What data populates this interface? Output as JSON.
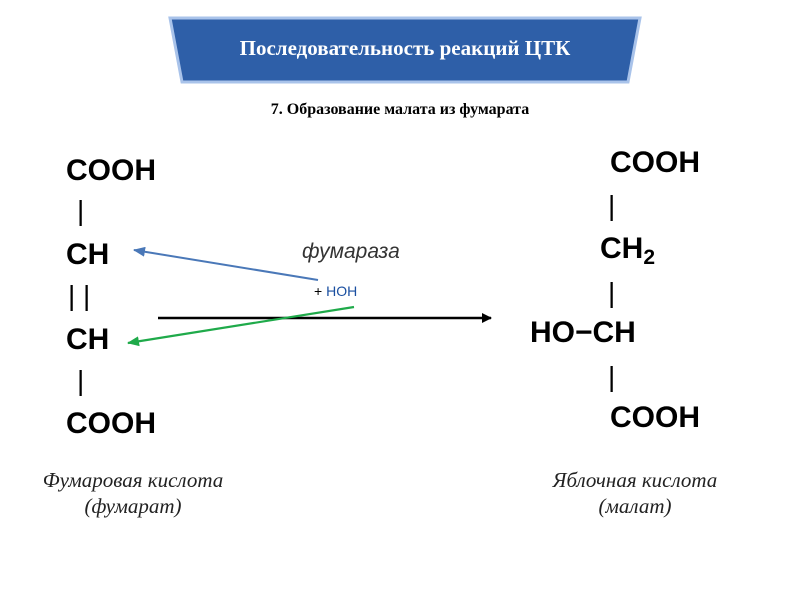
{
  "banner": {
    "title": "Последовательность реакций ЦТК"
  },
  "subtitle": "7. Образование малата из фумарата",
  "fumarate": {
    "top": "COOH",
    "bond1": "|",
    "ch1": "CH",
    "double_bond": "| |",
    "ch2": "CH",
    "bond2": "|",
    "bottom": "COOH",
    "caption_line1": "Фумаровая кислота",
    "caption_line2": "(фумарат)"
  },
  "malate": {
    "top": "COOH",
    "bond1": "|",
    "ch2_main": "CH",
    "ch2_sub": "2",
    "bond2": "|",
    "hoch": "HO−CH",
    "bond3": "|",
    "bottom": "COOH",
    "caption_line1": "Яблочная кислота",
    "caption_line2": "(малат)"
  },
  "reaction": {
    "enzyme": "фумараза",
    "water_plus": "+ ",
    "water": "HOH"
  },
  "colors": {
    "banner_fill": "#2e5fa8",
    "banner_border": "#a9c3ea",
    "blue_arrow": "#4a78b8",
    "green_arrow": "#1faa4a",
    "main_arrow": "#000000"
  }
}
